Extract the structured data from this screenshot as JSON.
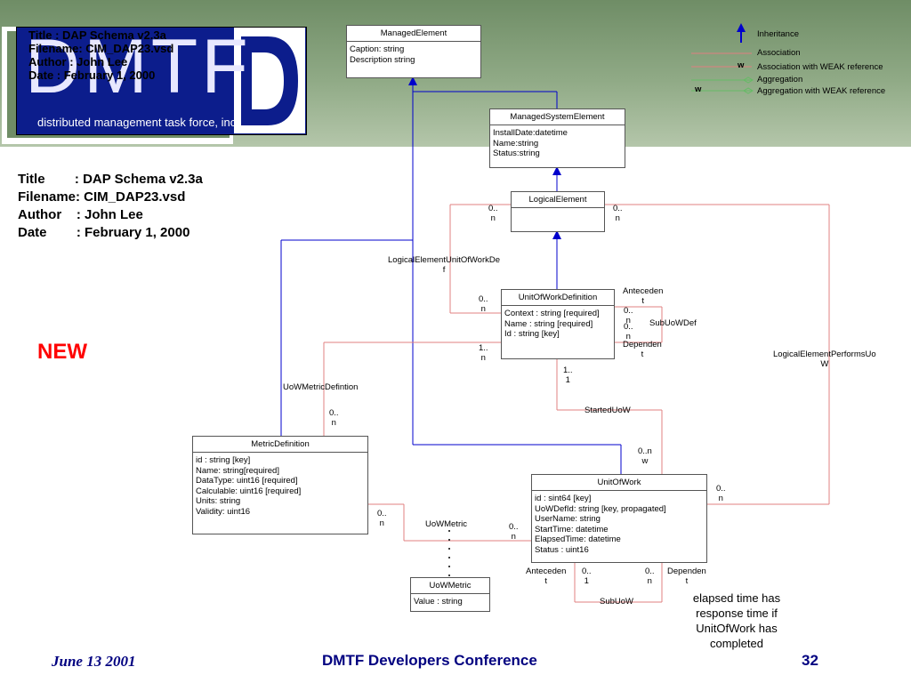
{
  "logo": {
    "name": "DMTF",
    "subtitle": "distributed management task force, inc.",
    "overlay": [
      "Title        : DAP Schema v2.3a",
      "Filename: CIM_DAP23.vsd",
      "Author    : John Lee",
      "Date        : February 1, 2000"
    ]
  },
  "meta": {
    "title": "Title        : DAP Schema v2.3a",
    "filename": "Filename: CIM_DAP23.vsd",
    "author": "Author    : John Lee",
    "date": "Date        : February 1, 2000"
  },
  "new_label": "NEW",
  "legend": {
    "inheritance": "Inheritance",
    "association": "Association",
    "association_weak": "Association with WEAK reference",
    "aggregation": "Aggregation",
    "aggregation_weak": "Aggregation with WEAK reference",
    "weak_marker": "w",
    "colors": {
      "inheritance": "#0000cc",
      "association": "#e08080",
      "aggregation": "#66bb66"
    }
  },
  "classes": {
    "managed_element": {
      "name": "ManagedElement",
      "props": [
        "Caption: string",
        "Description string"
      ]
    },
    "managed_system_element": {
      "name": "ManagedSystemElement",
      "props": [
        "InstallDate:datetime",
        "Name:string",
        "Status:string"
      ]
    },
    "logical_element": {
      "name": "LogicalElement",
      "props": []
    },
    "unit_of_work_definition": {
      "name": "UnitOfWorkDefinition",
      "props": [
        "Context : string [required]",
        "Name : string [required]",
        "Id : string [key]"
      ]
    },
    "metric_definition": {
      "name": "MetricDefinition",
      "props": [
        "id : string [key]",
        "Name: string[required]",
        "DataType: uint16 [required]",
        "Calculable: uint16 [required]",
        "Units: string",
        "Validity: uint16"
      ]
    },
    "unit_of_work": {
      "name": "UnitOfWork",
      "props": [
        "id : sint64 [key]",
        "UoWDefId: string [key, propagated]",
        "UserName: string",
        "StartTime: datetime",
        "ElapsedTime: datetime",
        "Status : uint16"
      ]
    },
    "uow_metric": {
      "name": "UoWMetric",
      "props": [
        "Value : string"
      ]
    }
  },
  "associations": {
    "le_uow_def": "LogicalElementUnitOfWorkDe\nf",
    "le_performs_uow": "LogicalElementPerformsUo\nW",
    "uow_metric_def": "UoWMetricDefintion",
    "started_uow": "StartedUoW",
    "sub_uow_def": "SubUoWDef",
    "sub_uow": "SubUoW",
    "uow_metric": "UoWMetric"
  },
  "multiplicities": {
    "le_left": "0..\nn",
    "le_right": "0..\nn",
    "uowd_left": "0..\nn",
    "uowd_metric": "1..\nn",
    "uowd_bottom": "1..\n1",
    "metric_top": "0..\nn",
    "metric_right": "0..\nn",
    "uow_top": "0..n\nw",
    "uow_right": "0..\nn",
    "uow_left": "0..\nn",
    "uow_sub1": "0..\n1",
    "uow_sub2": "0..\nn",
    "subdef_1": "0..\nn",
    "subdef_2": "0..\nn"
  },
  "roles": {
    "antecedent_def": "Anteceden\nt",
    "dependent_def": "Dependen\nt",
    "antecedent_uow": "Anteceden\nt",
    "dependent_uow": "Dependen\nt"
  },
  "note": "elapsed time has response time if UnitOfWork has completed",
  "footer": {
    "date": "June 13 2001",
    "conference": "DMTF Developers Conference",
    "page": "32"
  }
}
